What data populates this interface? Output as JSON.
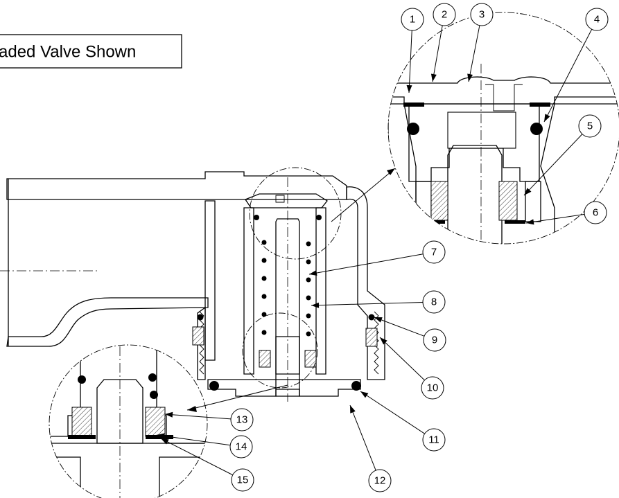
{
  "title": "aded Valve Shown",
  "balloons": [
    "1",
    "2",
    "3",
    "4",
    "5",
    "6",
    "7",
    "8",
    "9",
    "10",
    "11",
    "12",
    "13",
    "14",
    "15"
  ]
}
